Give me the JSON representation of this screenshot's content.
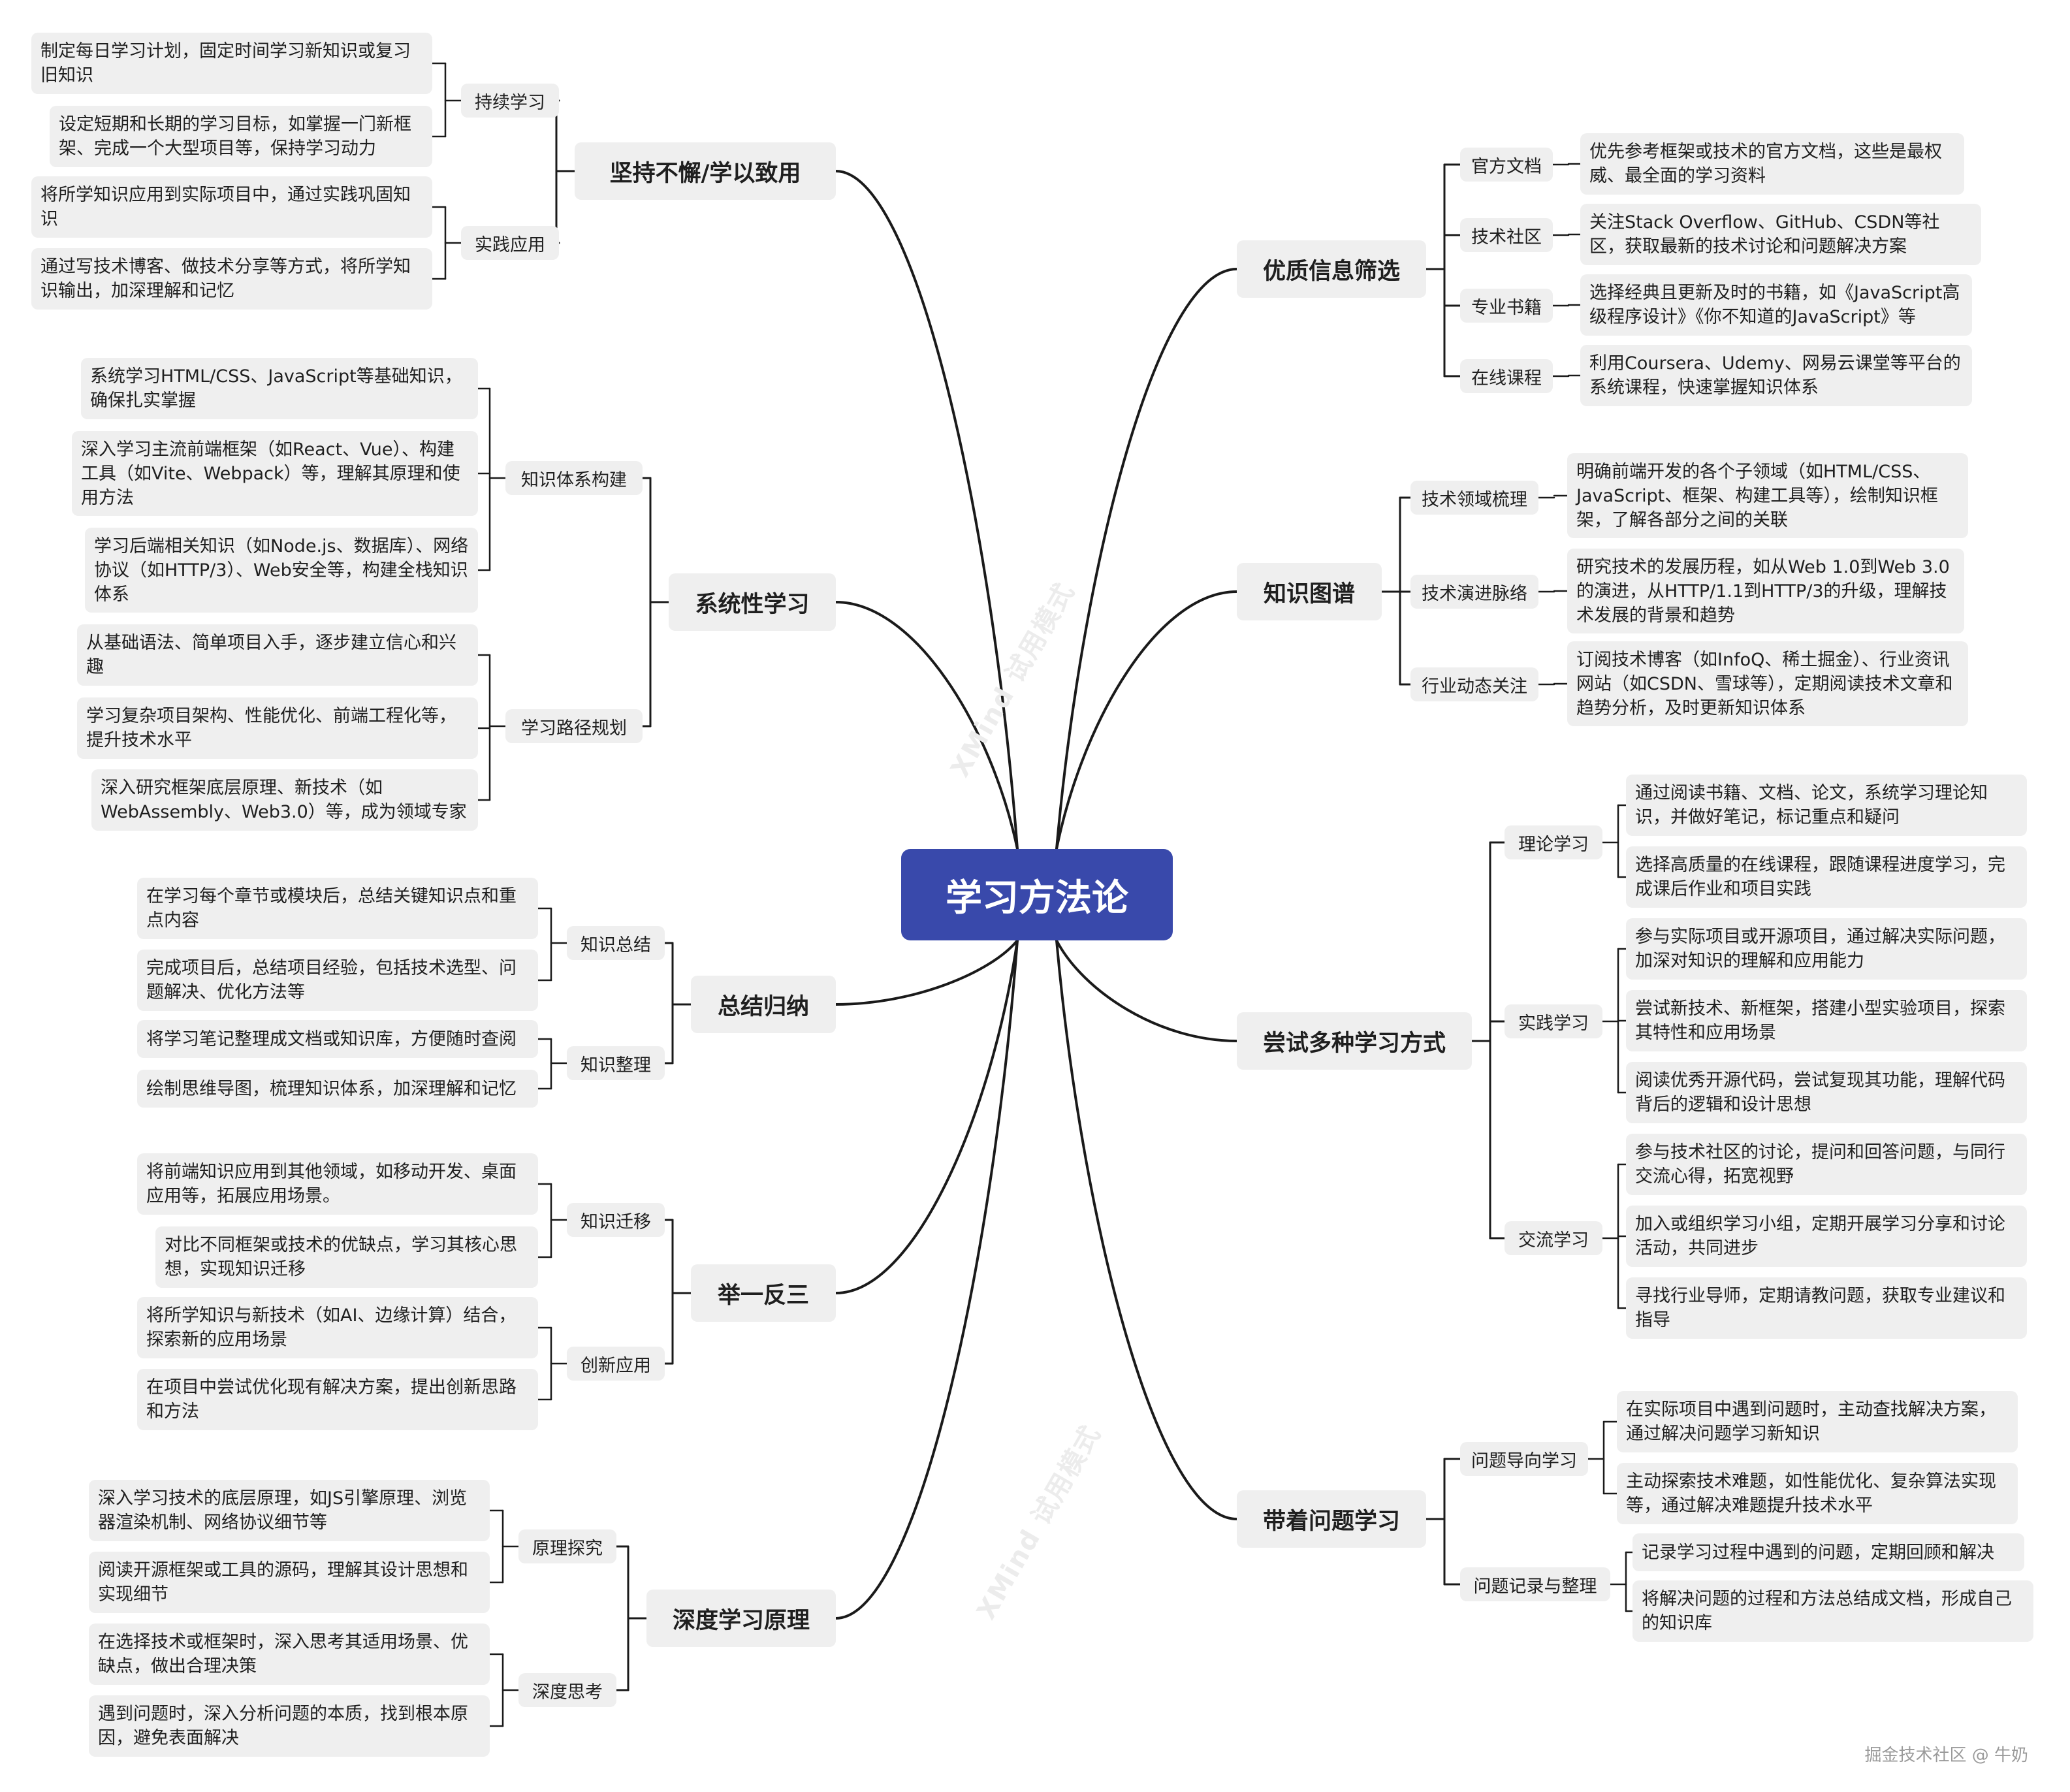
{
  "root": "学习方法论",
  "branches": [
    {
      "id": "b1",
      "label": "坚持不懈/学以致用",
      "side": "left",
      "subs": [
        {
          "label": "持续学习",
          "leaves": [
            "制定每日学习计划，固定时间学习新知识或复习旧知识",
            "设定短期和长期的学习目标，如掌握一门新框架、完成一个大型项目等，保持学习动力"
          ]
        },
        {
          "label": "实践应用",
          "leaves": [
            "将所学知识应用到实际项目中，通过实践巩固知识",
            "通过写技术博客、做技术分享等方式，将所学知识输出，加深理解和记忆"
          ]
        }
      ]
    },
    {
      "id": "b2",
      "label": "系统性学习",
      "side": "left",
      "subs": [
        {
          "label": "知识体系构建",
          "leaves": [
            "系统学习HTML/CSS、JavaScript等基础知识，确保扎实掌握",
            "深入学习主流前端框架（如React、Vue）、构建工具（如Vite、Webpack）等，理解其原理和使用方法",
            "学习后端相关知识（如Node.js、数据库）、网络协议（如HTTP/3）、Web安全等，构建全栈知识体系"
          ]
        },
        {
          "label": "学习路径规划",
          "leaves": [
            "从基础语法、简单项目入手，逐步建立信心和兴趣",
            "学习复杂项目架构、性能优化、前端工程化等，提升技术水平",
            "深入研究框架底层原理、新技术（如WebAssembly、Web3.0）等，成为领域专家"
          ]
        }
      ]
    },
    {
      "id": "b3",
      "label": "总结归纳",
      "side": "left",
      "subs": [
        {
          "label": "知识总结",
          "leaves": [
            "在学习每个章节或模块后，总结关键知识点和重点内容",
            "完成项目后，总结项目经验，包括技术选型、问题解决、优化方法等"
          ]
        },
        {
          "label": "知识整理",
          "leaves": [
            "将学习笔记整理成文档或知识库，方便随时查阅",
            "绘制思维导图，梳理知识体系，加深理解和记忆"
          ]
        }
      ]
    },
    {
      "id": "b4",
      "label": "举一反三",
      "side": "left",
      "subs": [
        {
          "label": "知识迁移",
          "leaves": [
            "将前端知识应用到其他领域，如移动开发、桌面应用等，拓展应用场景。",
            "对比不同框架或技术的优缺点，学习其核心思想，实现知识迁移"
          ]
        },
        {
          "label": "创新应用",
          "leaves": [
            "将所学知识与新技术（如AI、边缘计算）结合，探索新的应用场景",
            "在项目中尝试优化现有解决方案，提出创新思路和方法"
          ]
        }
      ]
    },
    {
      "id": "b5",
      "label": "深度学习原理",
      "side": "left",
      "subs": [
        {
          "label": "原理探究",
          "leaves": [
            "深入学习技术的底层原理，如JS引擎原理、浏览器渲染机制、网络协议细节等",
            "阅读开源框架或工具的源码，理解其设计思想和实现细节"
          ]
        },
        {
          "label": "深度思考",
          "leaves": [
            "在选择技术或框架时，深入思考其适用场景、优缺点，做出合理决策",
            "遇到问题时，深入分析问题的本质，找到根本原因，避免表面解决"
          ]
        }
      ]
    },
    {
      "id": "b6",
      "label": "优质信息筛选",
      "side": "right",
      "subs": [
        {
          "label": "官方文档",
          "leaves": [
            "优先参考框架或技术的官方文档，这些是最权威、最全面的学习资料"
          ]
        },
        {
          "label": "技术社区",
          "leaves": [
            "关注Stack Overflow、GitHub、CSDN等社区，获取最新的技术讨论和问题解决方案"
          ]
        },
        {
          "label": "专业书籍",
          "leaves": [
            "选择经典且更新及时的书籍，如《JavaScript高级程序设计》《你不知道的JavaScript》等"
          ]
        },
        {
          "label": "在线课程",
          "leaves": [
            "利用Coursera、Udemy、网易云课堂等平台的系统课程，快速掌握知识体系"
          ]
        }
      ]
    },
    {
      "id": "b7",
      "label": "知识图谱",
      "side": "right",
      "subs": [
        {
          "label": "技术领域梳理",
          "leaves": [
            "明确前端开发的各个子领域（如HTML/CSS、JavaScript、框架、构建工具等），绘制知识框架，了解各部分之间的关联"
          ]
        },
        {
          "label": "技术演进脉络",
          "leaves": [
            "研究技术的发展历程，如从Web 1.0到Web 3.0的演进，从HTTP/1.1到HTTP/3的升级，理解技术发展的背景和趋势"
          ]
        },
        {
          "label": "行业动态关注",
          "leaves": [
            "订阅技术博客（如InfoQ、稀土掘金）、行业资讯网站（如CSDN、雪球等），定期阅读技术文章和趋势分析，及时更新知识体系"
          ]
        }
      ]
    },
    {
      "id": "b8",
      "label": "尝试多种学习方式",
      "side": "right",
      "subs": [
        {
          "label": "理论学习",
          "leaves": [
            "通过阅读书籍、文档、论文，系统学习理论知识，并做好笔记，标记重点和疑问",
            "选择高质量的在线课程，跟随课程进度学习，完成课后作业和项目实践"
          ]
        },
        {
          "label": "实践学习",
          "leaves": [
            "参与实际项目或开源项目，通过解决实际问题，加深对知识的理解和应用能力",
            "尝试新技术、新框架，搭建小型实验项目，探索其特性和应用场景",
            "阅读优秀开源代码，尝试复现其功能，理解代码背后的逻辑和设计思想"
          ]
        },
        {
          "label": "交流学习",
          "leaves": [
            "参与技术社区的讨论，提问和回答问题，与同行交流心得，拓宽视野",
            "加入或组织学习小组，定期开展学习分享和讨论活动，共同进步",
            "寻找行业导师，定期请教问题，获取专业建议和指导"
          ]
        }
      ]
    },
    {
      "id": "b9",
      "label": "带着问题学习",
      "side": "right",
      "subs": [
        {
          "label": "问题导向学习",
          "leaves": [
            "在实际项目中遇到问题时，主动查找解决方案，通过解决问题学习新知识",
            "主动探索技术难题，如性能优化、复杂算法实现等，通过解决难题提升技术水平"
          ]
        },
        {
          "label": "问题记录与整理",
          "leaves": [
            "记录学习过程中遇到的问题，定期回顾和解决",
            "将解决问题的过程和方法总结成文档，形成自己的知识库"
          ]
        }
      ]
    }
  ],
  "footer": "掘金技术社区 @ 牛奶",
  "watermark": "XMind 试用模式",
  "colors": {
    "root_bg": "#3949ab",
    "node_bg": "#efefef",
    "line": "#1a1a1a"
  }
}
